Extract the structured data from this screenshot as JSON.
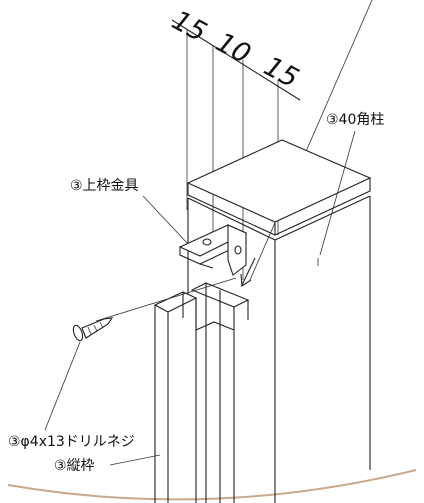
{
  "dimensions": {
    "d1": "15",
    "d2": "10",
    "d3": "15"
  },
  "labels": {
    "post": "③40角柱",
    "bracket": "③上枠金具",
    "screw": "③φ4x13ドリルネジ",
    "vertical_frame": "③縦枠"
  },
  "colors": {
    "background_arc": "#c9a98a",
    "line": "#222222"
  }
}
